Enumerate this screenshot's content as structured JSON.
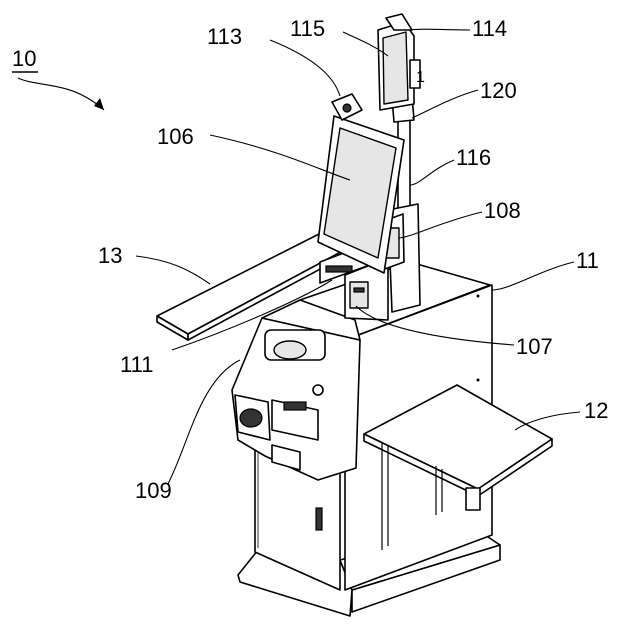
{
  "figure": {
    "labels": {
      "assembly": "10",
      "body": "11",
      "right_shelf": "12",
      "left_shelf": "13",
      "display": "106",
      "card_reader": "107",
      "payment_terminal": "108",
      "coin_unit": "109",
      "receipt_slot": "111",
      "camera": "113",
      "indicator_pole": "114",
      "indicator_screen": "115",
      "pole": "116",
      "pole_bracket": "120"
    },
    "indicator_digit": "1"
  }
}
